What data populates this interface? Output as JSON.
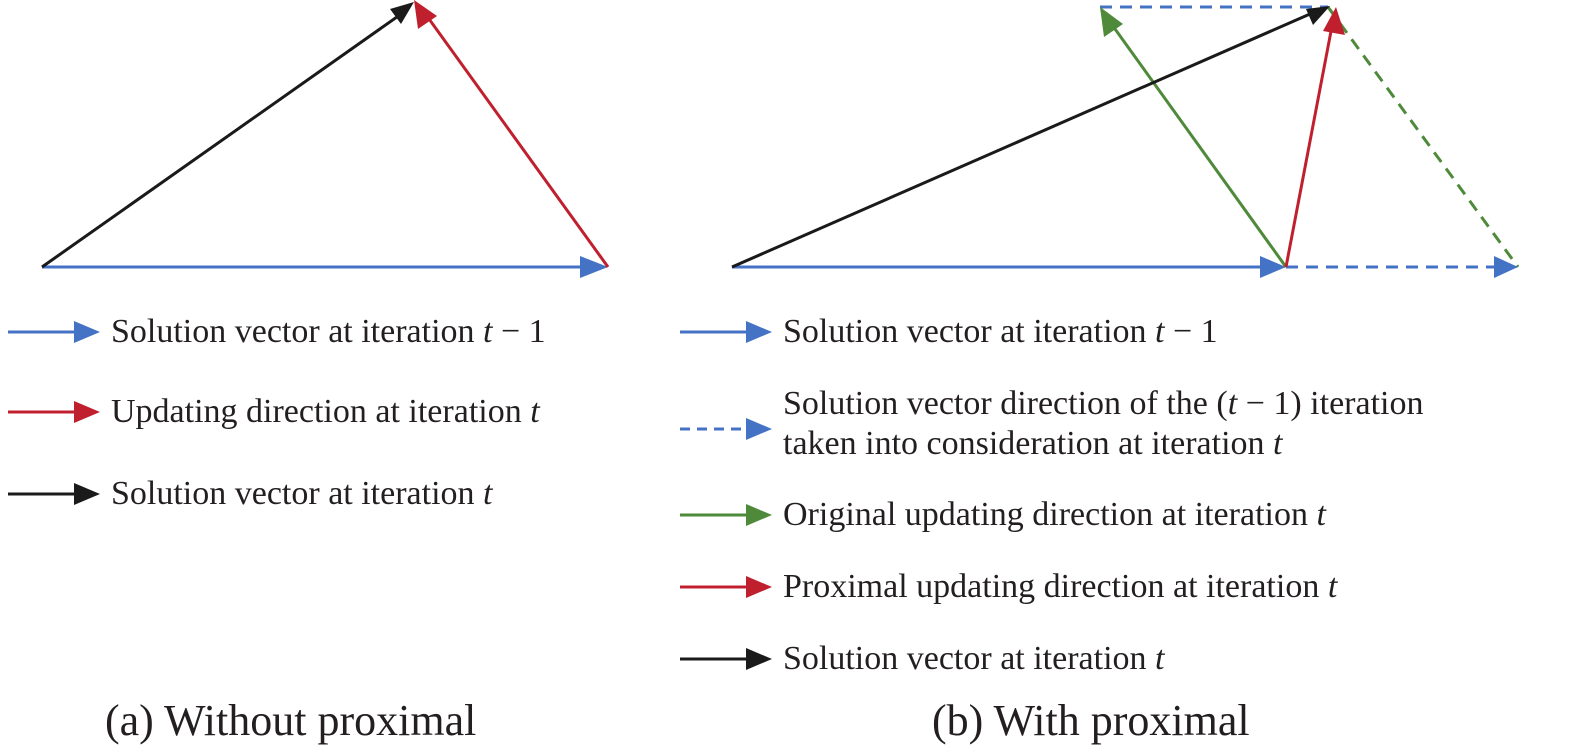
{
  "colors": {
    "blue": "#4472c4",
    "red": "#c0202e",
    "black": "#1a1a1a",
    "green": "#4e8a3a",
    "text": "#231f20"
  },
  "panel_a": {
    "legend": [
      {
        "pre": "Solution vector at iteration ",
        "var": "t",
        "post": " − 1",
        "color": "blue",
        "style": "solid"
      },
      {
        "pre": "Updating direction at iteration ",
        "var": "t",
        "post": "",
        "color": "red",
        "style": "solid"
      },
      {
        "pre": "Solution vector at iteration ",
        "var": "t",
        "post": "",
        "color": "black",
        "style": "solid"
      }
    ],
    "caption": "(a) Without proximal"
  },
  "panel_b": {
    "legend": [
      {
        "pre": "Solution vector at iteration ",
        "var": "t",
        "post": " − 1",
        "color": "blue",
        "style": "solid"
      },
      {
        "lines": [
          {
            "pre": "Solution vector direction of the (",
            "var": "t",
            "post": " − 1) iteration"
          },
          {
            "pre": "taken into consideration at iteration ",
            "var": "t",
            "post": ""
          }
        ],
        "color": "blue",
        "style": "dashed"
      },
      {
        "pre": "Original updating direction at iteration ",
        "var": "t",
        "post": "",
        "color": "green",
        "style": "solid"
      },
      {
        "pre": "Proximal updating direction at iteration ",
        "var": "t",
        "post": "",
        "color": "red",
        "style": "solid"
      },
      {
        "pre": "Solution vector at iteration ",
        "var": "t",
        "post": "",
        "color": "black",
        "style": "solid"
      }
    ],
    "caption": "(b) With proximal"
  }
}
